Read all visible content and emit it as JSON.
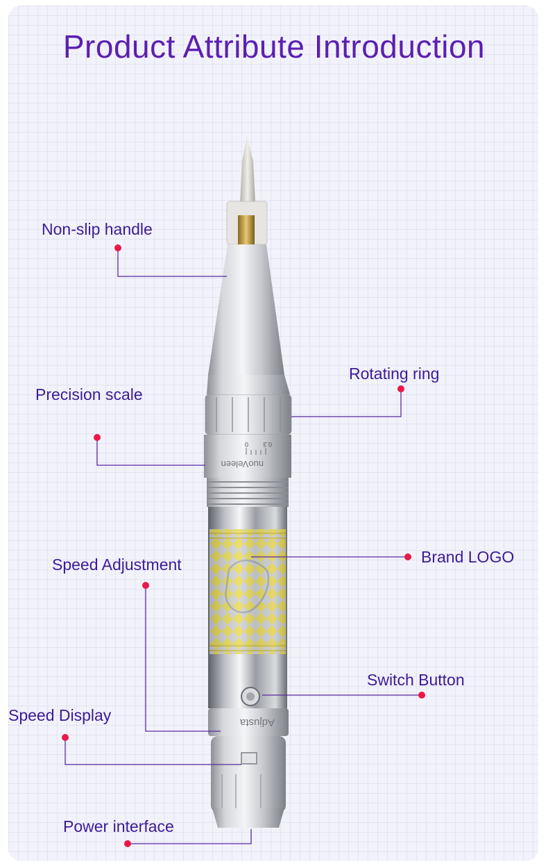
{
  "header": {
    "title": "Product Attribute Introduction"
  },
  "labels": {
    "non_slip_handle": "Non-slip handle",
    "rotating_ring": "Rotating ring",
    "precision_scale": "Precision scale",
    "speed_adjustment": "Speed Adjustment",
    "brand_logo": "Brand LOGO",
    "switch_button": "Switch Button",
    "speed_display": "Speed Display",
    "power_interface": "Power interface"
  },
  "product": {
    "engraving": "nuoVeleen",
    "scale_marks": [
      "0",
      "0.3"
    ],
    "lower_engraving": "Adjusta"
  },
  "colors": {
    "title": "#5b1fb0",
    "label": "#3d1a96",
    "callout_line": "#5a2aa0",
    "dot": "#e8194a",
    "pen_silver": "#c9cbd0",
    "logo_yellow": "#e6d53a"
  }
}
